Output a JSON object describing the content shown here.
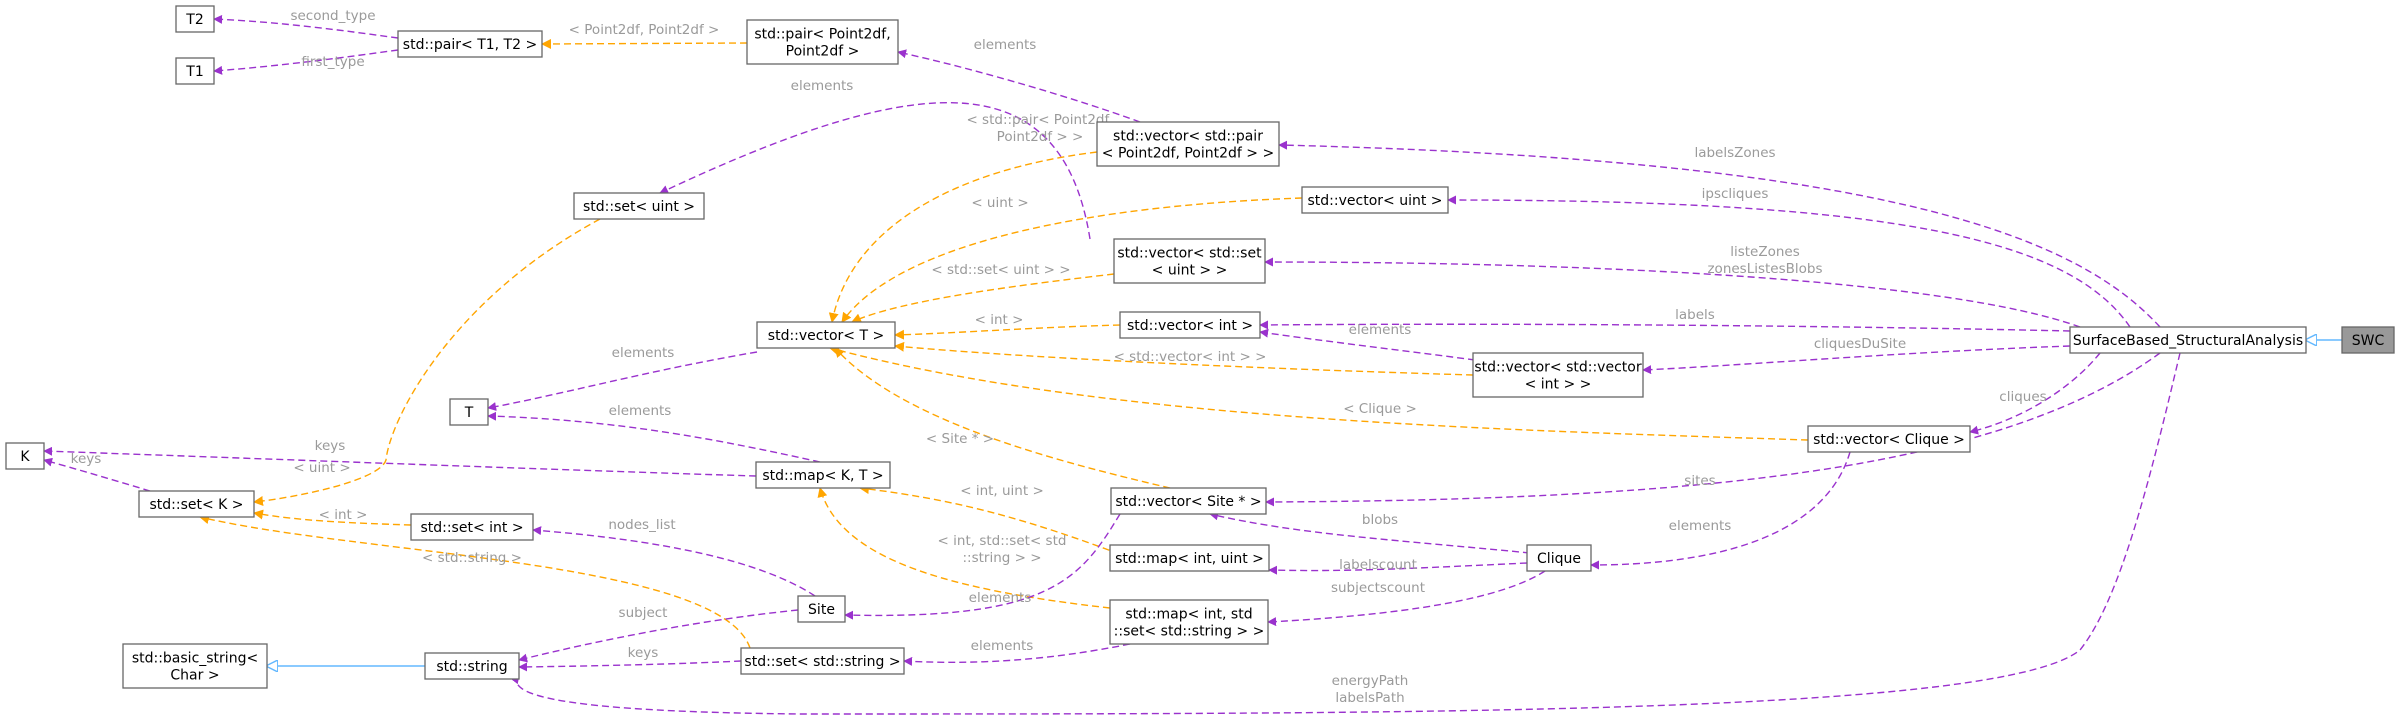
{
  "colors": {
    "member": "#9a32cd",
    "template": "#ffa500",
    "inherit": "#63b8ff",
    "root_fill": "#999999"
  },
  "nodes": {
    "swc": [
      "SWC"
    ],
    "sbsa": [
      "SurfaceBased_StructuralAnalysis"
    ],
    "t2": [
      "T2"
    ],
    "t1": [
      "T1"
    ],
    "pair_t1t2": [
      "std::pair< T1, T2 >"
    ],
    "pair_p2d": [
      "std::pair< Point2df,",
      "Point2df >"
    ],
    "vec_pair": [
      "std::vector< std::pair",
      "< Point2df, Point2df > >"
    ],
    "set_uint": [
      "std::set< uint >"
    ],
    "vec_uint": [
      "std::vector< uint >"
    ],
    "vec_set": [
      "std::vector< std::set",
      "< uint > >"
    ],
    "vec_T": [
      "std::vector< T >"
    ],
    "vec_int": [
      "std::vector< int >"
    ],
    "vec_vec": [
      "std::vector< std::vector",
      "< int > >"
    ],
    "T": [
      "T"
    ],
    "K": [
      "K"
    ],
    "vec_clique": [
      "std::vector< Clique >"
    ],
    "set_K": [
      "std::set< K >"
    ],
    "map_KT": [
      "std::map< K, T >"
    ],
    "vec_site": [
      "std::vector< Site * >"
    ],
    "set_int": [
      "std::set< int >"
    ],
    "map_int_uint": [
      "std::map< int, uint >"
    ],
    "clique": [
      "Clique"
    ],
    "site": [
      "Site"
    ],
    "map_int_set": [
      "std::map< int, std",
      "::set< std::string > >"
    ],
    "basic_string": [
      "std::basic_string<",
      "Char >"
    ],
    "string": [
      "std::string"
    ],
    "set_string": [
      "std::set< std::string >"
    ]
  },
  "edges": {
    "e_pair_t2": [
      "second_type"
    ],
    "e_pair_t1": [
      "first_type"
    ],
    "e_p2d_pair": [
      "< Point2df, Point2df >"
    ],
    "e_vecpair_p2d": [
      "elements"
    ],
    "e_sbsa_vecpair": [
      "labelsZones"
    ],
    "e_vecset_setuint": [
      "elements"
    ],
    "e_sbsa_vecuint": [
      "ipscliques"
    ],
    "e_vecpair_vecT": [
      "< std::pair< Point2df,",
      "Point2df > >"
    ],
    "e_vecuint_vecT": [
      "< uint >"
    ],
    "e_sbsa_vecset": [
      "listeZones",
      "zonesListesBlobs"
    ],
    "e_vecset_vecT": [
      "< std::set< uint > >"
    ],
    "e_vecint_vecT": [
      "< int >"
    ],
    "e_sbsa_vecint": [
      "labels"
    ],
    "e_vecvec_vecint": [
      "elements"
    ],
    "e_vecvec_vecT": [
      "< std::vector< int > >"
    ],
    "e_sbsa_vecvec": [
      "cliquesDuSite"
    ],
    "e_vecT_T": [
      "elements"
    ],
    "e_setuint_setK": [
      "< uint >"
    ],
    "e_vecclique_vecT": [
      "< Clique >"
    ],
    "e_sbsa_vecclique": [
      "cliques"
    ],
    "e_mapKT_T": [
      "elements"
    ],
    "e_mapKT_K": [
      "keys"
    ],
    "e_setK_K": [
      "keys"
    ],
    "e_vecsite_vecT": [
      "< Site * >"
    ],
    "e_sbsa_vecsite": [
      "sites"
    ],
    "e_mapintuint_mapKT": [
      "< int, uint >"
    ],
    "e_clique_vecsite": [
      "blobs"
    ],
    "e_vecclique_clique": [
      "elements"
    ],
    "e_clique_mapintuint": [
      "labelscount"
    ],
    "e_mapintset_mapKT": [
      "< int, std::set< std",
      "::string > >"
    ],
    "e_clique_mapintset": [
      "subjectscount"
    ],
    "e_setint_setK": [
      "< int >"
    ],
    "e_site_setint": [
      "nodes_list"
    ],
    "e_setstring_setK": [
      "< std::string >"
    ],
    "e_vecsite_site": [
      "elements"
    ],
    "e_site_string": [
      "subject"
    ],
    "e_setstring_string": [
      "keys"
    ],
    "e_mapintset_setstring": [
      "elements"
    ],
    "e_sbsa_string": [
      "energyPath",
      "labelsPath"
    ],
    "e_sbsa_swc": [],
    "e_string_basic": []
  }
}
